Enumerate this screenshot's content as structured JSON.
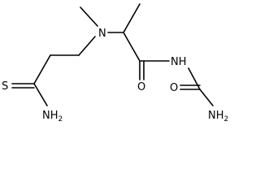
{
  "molecule": {
    "atoms": {
      "thione_s": {
        "label": "S"
      },
      "thioamide_n": {
        "label": "NH",
        "subscript": "2"
      },
      "amine_n": {
        "label": "N"
      },
      "carbonyl_o1": {
        "label": "O"
      },
      "imide_n": {
        "label": "NH"
      },
      "carbonyl_o2": {
        "label": "O"
      },
      "urea_n": {
        "label": "NH",
        "subscript": "2"
      }
    }
  }
}
